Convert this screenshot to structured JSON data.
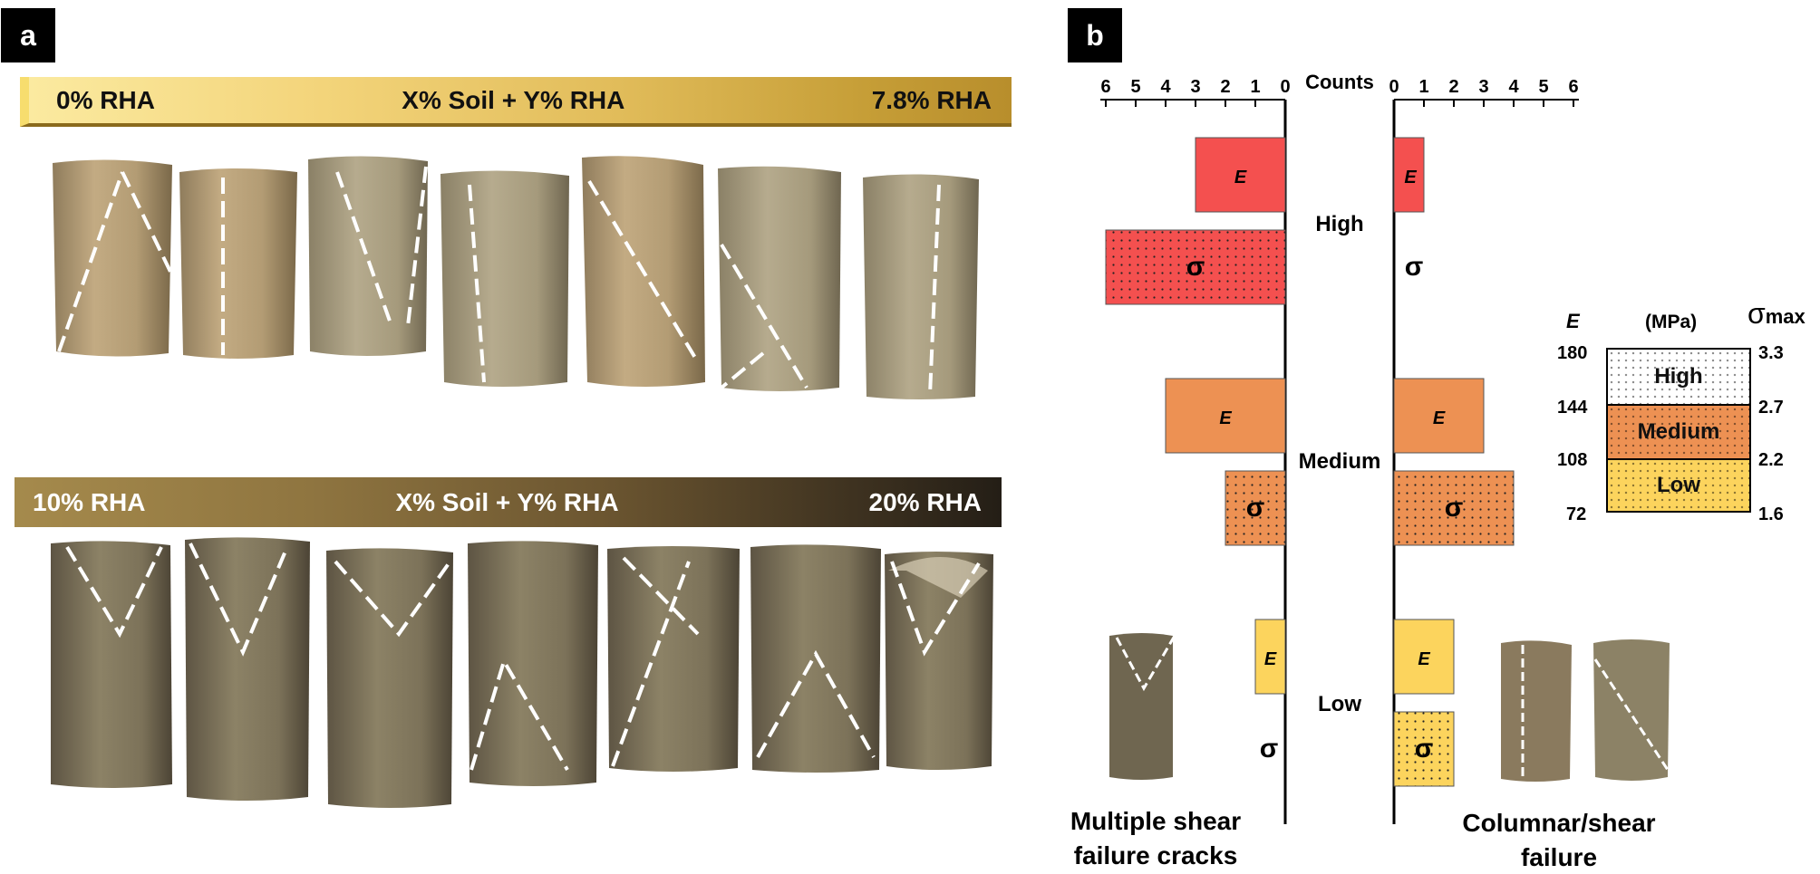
{
  "panels": {
    "a": "a",
    "b": "b"
  },
  "panel_a": {
    "top_bar": {
      "left": "0% RHA",
      "center": "X% Soil + Y% RHA",
      "right": "7.8% RHA"
    },
    "bottom_bar": {
      "left": "10% RHA",
      "center": "X% Soil + Y% RHA",
      "right": "20% RHA"
    }
  },
  "panel_b": {
    "captions": {
      "left_line1": "Multiple shear",
      "left_line2": "failure cracks",
      "right_line1": "Columnar/shear",
      "right_line2": "failure"
    },
    "legend": {
      "e_label": "E",
      "unit_label": "(MPa)",
      "sigma_label": "σ",
      "sigma_sub": "max",
      "e_ticks": [
        "180",
        "144",
        "108",
        "72"
      ],
      "sigma_ticks": [
        "3.3",
        "2.7",
        "2.2",
        "1.6"
      ],
      "levels": [
        "High",
        "Medium",
        "Low"
      ],
      "colors": {
        "High": "#f4504f",
        "Medium": "#ed9153",
        "Low": "#fcd45d"
      }
    }
  },
  "chart_data": {
    "type": "bar",
    "orientation": "horizontal-butterfly",
    "title": "",
    "axis_title": "Counts",
    "axis_ticks": [
      "6",
      "5",
      "4",
      "3",
      "2",
      "1",
      "0"
    ],
    "xlim": [
      0,
      6
    ],
    "categories": [
      "High",
      "Medium",
      "Low"
    ],
    "groups": [
      "Multiple shear failure cracks",
      "Columnar/shear failure"
    ],
    "series": [
      {
        "name": "E",
        "left": [
          3,
          4,
          1
        ],
        "right": [
          1,
          3,
          2
        ]
      },
      {
        "name": "σ",
        "left": [
          6,
          2,
          0
        ],
        "right": [
          0,
          4,
          2
        ]
      }
    ],
    "colors": {
      "High": "#f4504f",
      "Medium": "#ed9153",
      "Low": "#fcd45d"
    }
  }
}
